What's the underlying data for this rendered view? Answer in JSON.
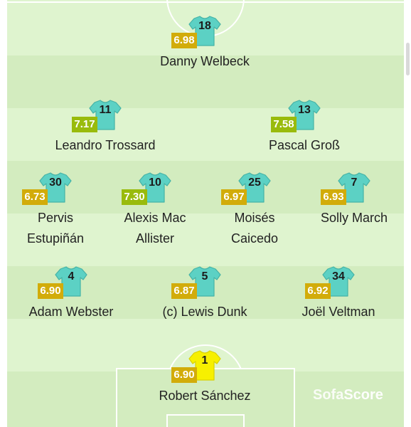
{
  "colors": {
    "pitch_light": "#dff4cf",
    "pitch_dark": "#d3ecbf",
    "shirt": "#5cd1c4",
    "shirt_stroke": "#46b3a6",
    "gk_shirt": "#f7f000",
    "gk_stroke": "#d9d200",
    "rating_yellow": "#d2ac0a",
    "rating_green": "#99bb0c"
  },
  "brand": {
    "prefix": "Sofa",
    "suffix": "Score"
  },
  "players": [
    {
      "id": "welbeck",
      "name_lines": [
        "Danny Welbeck"
      ],
      "number": "18",
      "rating": "6.98",
      "rating_color": "yellow"
    },
    {
      "id": "trossard",
      "name_lines": [
        "Leandro Trossard"
      ],
      "number": "11",
      "rating": "7.17",
      "rating_color": "green"
    },
    {
      "id": "gross",
      "name_lines": [
        "Pascal Groß"
      ],
      "number": "13",
      "rating": "7.58",
      "rating_color": "green"
    },
    {
      "id": "estupinan",
      "name_lines": [
        "Pervis",
        "Estupiñán"
      ],
      "number": "30",
      "rating": "6.73",
      "rating_color": "yellow"
    },
    {
      "id": "mac-allister",
      "name_lines": [
        "Alexis Mac",
        "Allister"
      ],
      "number": "10",
      "rating": "7.30",
      "rating_color": "green"
    },
    {
      "id": "caicedo",
      "name_lines": [
        "Moisés",
        "Caicedo"
      ],
      "number": "25",
      "rating": "6.97",
      "rating_color": "yellow"
    },
    {
      "id": "march",
      "name_lines": [
        "Solly March"
      ],
      "number": "7",
      "rating": "6.93",
      "rating_color": "yellow"
    },
    {
      "id": "webster",
      "name_lines": [
        "Adam Webster"
      ],
      "number": "4",
      "rating": "6.90",
      "rating_color": "yellow"
    },
    {
      "id": "dunk",
      "name_lines": [
        "(c) Lewis Dunk"
      ],
      "number": "5",
      "rating": "6.87",
      "rating_color": "yellow"
    },
    {
      "id": "veltman",
      "name_lines": [
        "Joël Veltman"
      ],
      "number": "34",
      "rating": "6.92",
      "rating_color": "yellow"
    },
    {
      "id": "sanchez",
      "name_lines": [
        "Robert Sánchez"
      ],
      "number": "1",
      "rating": "6.90",
      "rating_color": "yellow",
      "goalkeeper": true
    }
  ]
}
